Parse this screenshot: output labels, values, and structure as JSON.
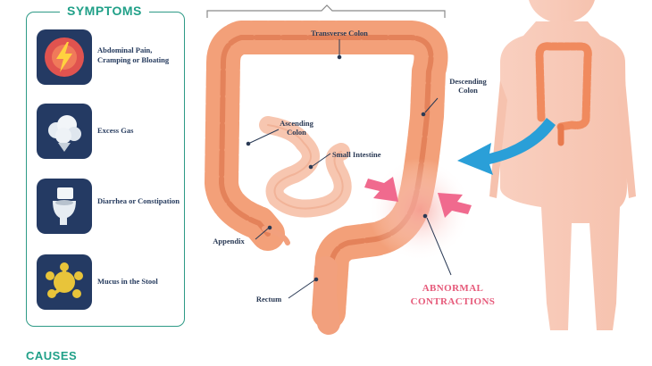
{
  "symptoms_title": "SYMPTOMS",
  "symptoms": [
    {
      "label": "Abdominal Pain, Cramping or Bloating",
      "icon": "lightning-pain-icon"
    },
    {
      "label": "Excess Gas",
      "icon": "gas-cloud-icon"
    },
    {
      "label": "Diarrhea or Constipation",
      "icon": "toilet-icon"
    },
    {
      "label": "Mucus in the Stool",
      "icon": "mucus-splat-icon"
    }
  ],
  "causes_title": "CAUSES",
  "labels": {
    "transverse": "Transverse Colon",
    "ascending": "Ascending Colon",
    "descending": "Descending Colon",
    "small": "Small Intestine",
    "appendix": "Appendix",
    "rectum": "Rectum",
    "abnormal": "ABNORMAL CONTRACTIONS"
  },
  "colors": {
    "accent": "#20a088",
    "icon_bg": "#243a63",
    "colon": "#f0956a",
    "alert": "#e65a7a",
    "arrow": "#2a9fd8"
  }
}
